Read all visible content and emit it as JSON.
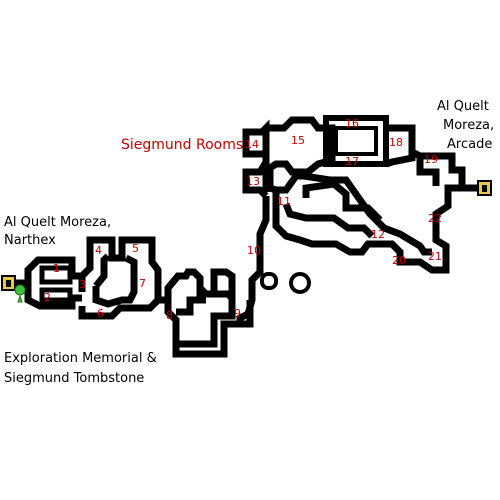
{
  "title": "Siegmund Rooms",
  "labels": {
    "west_exit": [
      "Al Quelt Moreza,",
      "Narthex"
    ],
    "east_exit": [
      "Al Quelt",
      "Moreza,",
      "Arcade"
    ],
    "memorial": [
      "Exploration Memorial &",
      "Siegmund Tombstone"
    ]
  },
  "rooms": [
    "1",
    "2",
    "3",
    "4",
    "5",
    "6",
    "7",
    "8",
    "9",
    "10",
    "11",
    "12",
    "13",
    "14",
    "15",
    "16",
    "17",
    "18",
    "19",
    "20",
    "21",
    "22"
  ],
  "colors": {
    "wall": "#000000",
    "room_number": "#c00000",
    "exit_marker": "#e8c84a",
    "save_point": "#3fbf3f"
  },
  "icons": [
    "exit-door-icon",
    "save-point-icon"
  ]
}
